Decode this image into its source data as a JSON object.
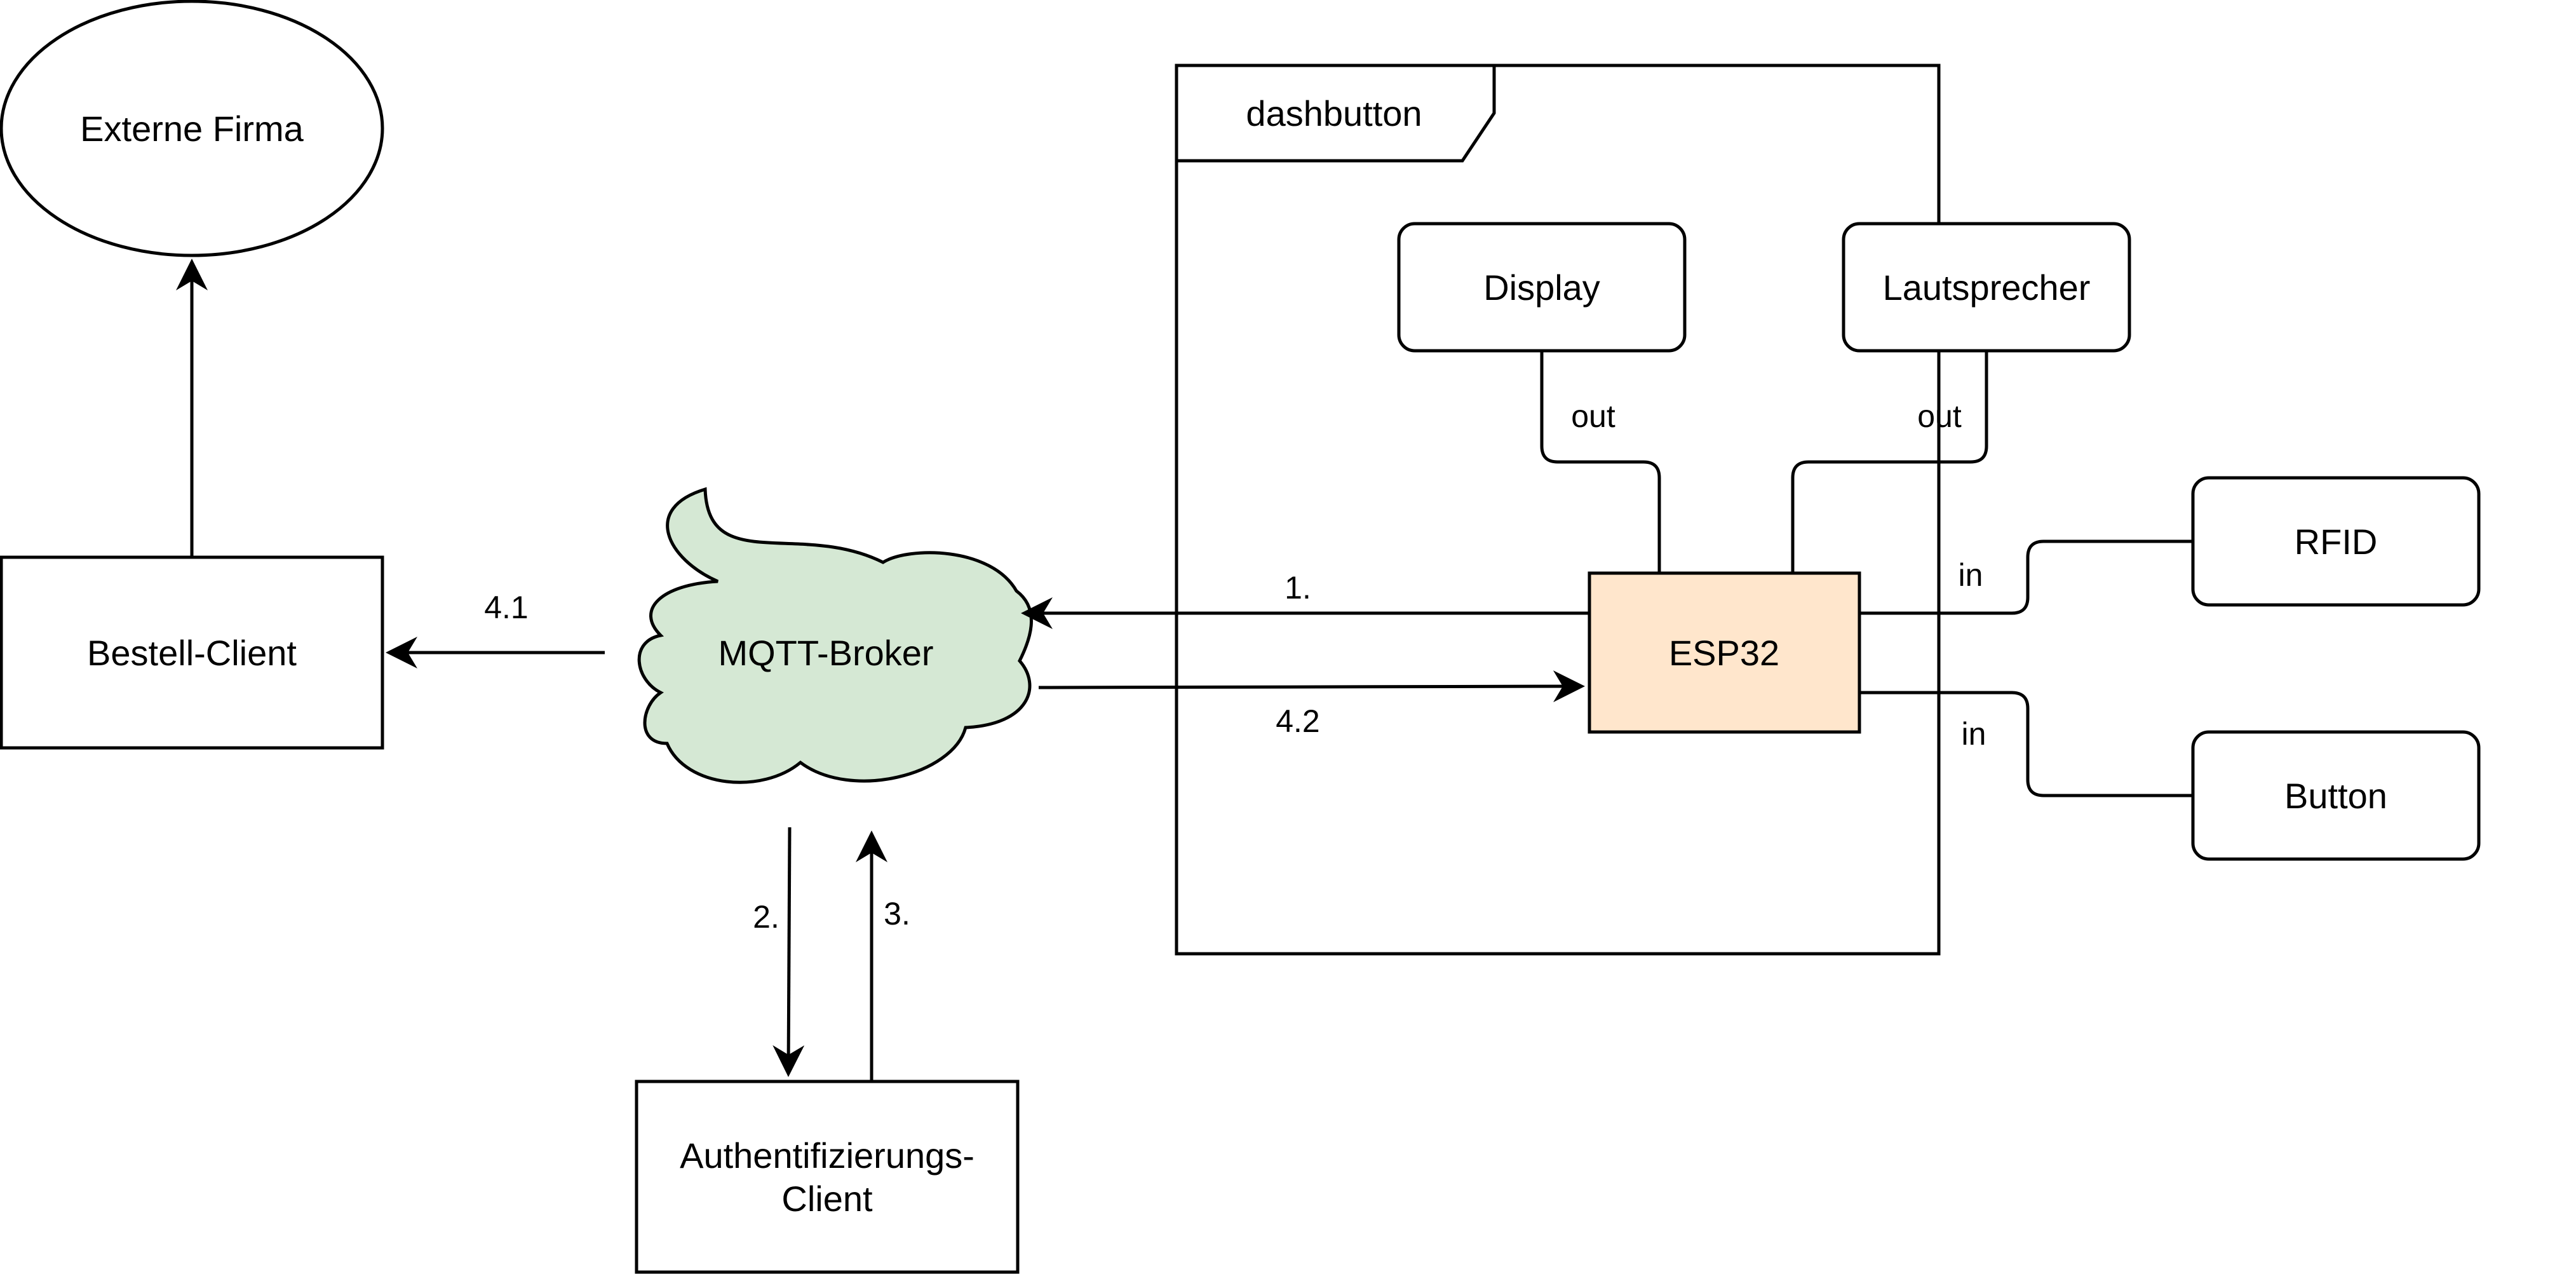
{
  "diagram": {
    "nodes": {
      "externe_firma": "Externe Firma",
      "bestell_client": "Bestell-Client",
      "mqtt_broker": "MQTT-Broker",
      "auth_client_line1": "Authentifizierungs-",
      "auth_client_line2": "Client",
      "dashbutton_frame": "dashbutton",
      "display": "Display",
      "lautsprecher": "Lautsprecher",
      "esp32": "ESP32",
      "rfid": "RFID",
      "button": "Button"
    },
    "edge_labels": {
      "broker_to_bestell": "4.1",
      "esp32_to_broker": "1.",
      "broker_to_esp32": "4.2",
      "broker_to_auth": "2.",
      "auth_to_broker": "3.",
      "display_link": "out",
      "lautsprecher_link": "out",
      "rfid_link": "in",
      "button_link": "in"
    },
    "colors": {
      "esp32_fill": "#ffe6cc",
      "broker_fill": "#d5e8d4",
      "line": "#000000",
      "background": "#ffffff"
    }
  }
}
